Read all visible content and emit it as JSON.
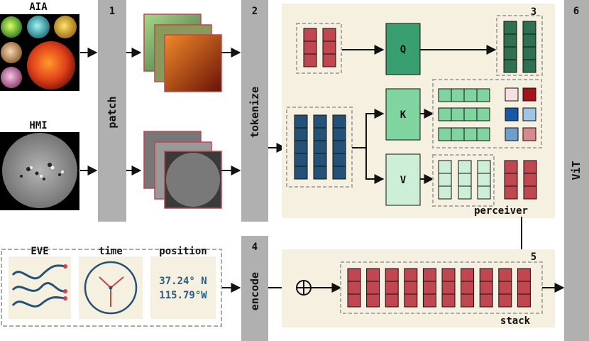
{
  "inputs": {
    "aia_label": "AIA",
    "hmi_label": "HMI",
    "eve_label": "EVE",
    "time_label": "time",
    "position_label": "position",
    "latitude": "37.24° N",
    "longitude": "115.79°W"
  },
  "stages": {
    "patch": {
      "num": "1",
      "label": "patch"
    },
    "tokenize": {
      "num": "2",
      "label": "tokenize"
    },
    "perceiver": {
      "num": "3",
      "label": "perceiver"
    },
    "encode": {
      "num": "4",
      "label": "encode"
    },
    "stack": {
      "num": "5",
      "label": "stack"
    },
    "vit": {
      "num": "6",
      "label": "ViT"
    }
  },
  "attention": {
    "q": "Q",
    "k": "K",
    "v": "V"
  },
  "colors": {
    "panel_gray": "#b0b0b0",
    "cream": "#f5f0e0",
    "token_red": "#c0464f",
    "token_blue": "#245277",
    "q_green": "#3a9f70",
    "k_green": "#7fd4a0",
    "v_green": "#cdeed7",
    "out_green": "#2e7050",
    "time_red": "#c0464f",
    "time_blue": "#2a5d86"
  },
  "attention_map_colors": [
    "#f4dfe1",
    "#a6141b",
    "#1659a6",
    "#9ec5e6",
    "#6f9fc8",
    "#d68a8e"
  ]
}
